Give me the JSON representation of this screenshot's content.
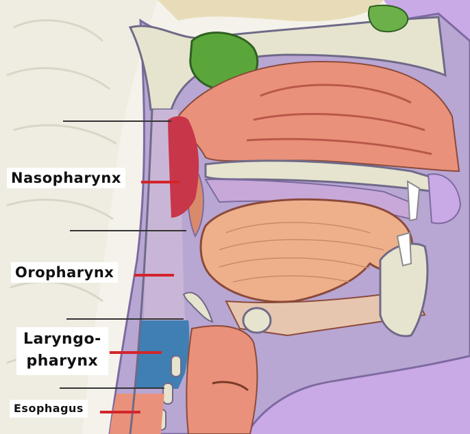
{
  "diagram": {
    "labels": {
      "nasopharynx": "Nasopharynx",
      "oropharynx": "Oropharynx",
      "laryngopharynx_line1": "Laryngo-",
      "laryngopharynx_line2": "pharynx",
      "esophagus": "Esophagus"
    },
    "colors": {
      "nasopharynx_region": "#c8364a",
      "laryngopharynx_region": "#3f7fb4",
      "pointer_line": "#d3242b",
      "divider_line": "#333333",
      "tissue": "#e9917a",
      "tongue": "#eeb08a",
      "airway": "#c9b6d6",
      "mucosa": "#b8a6d3",
      "bone": "#e6e4cf",
      "sinus": "#5aa63a",
      "background_right": "#c9a9e6"
    }
  }
}
